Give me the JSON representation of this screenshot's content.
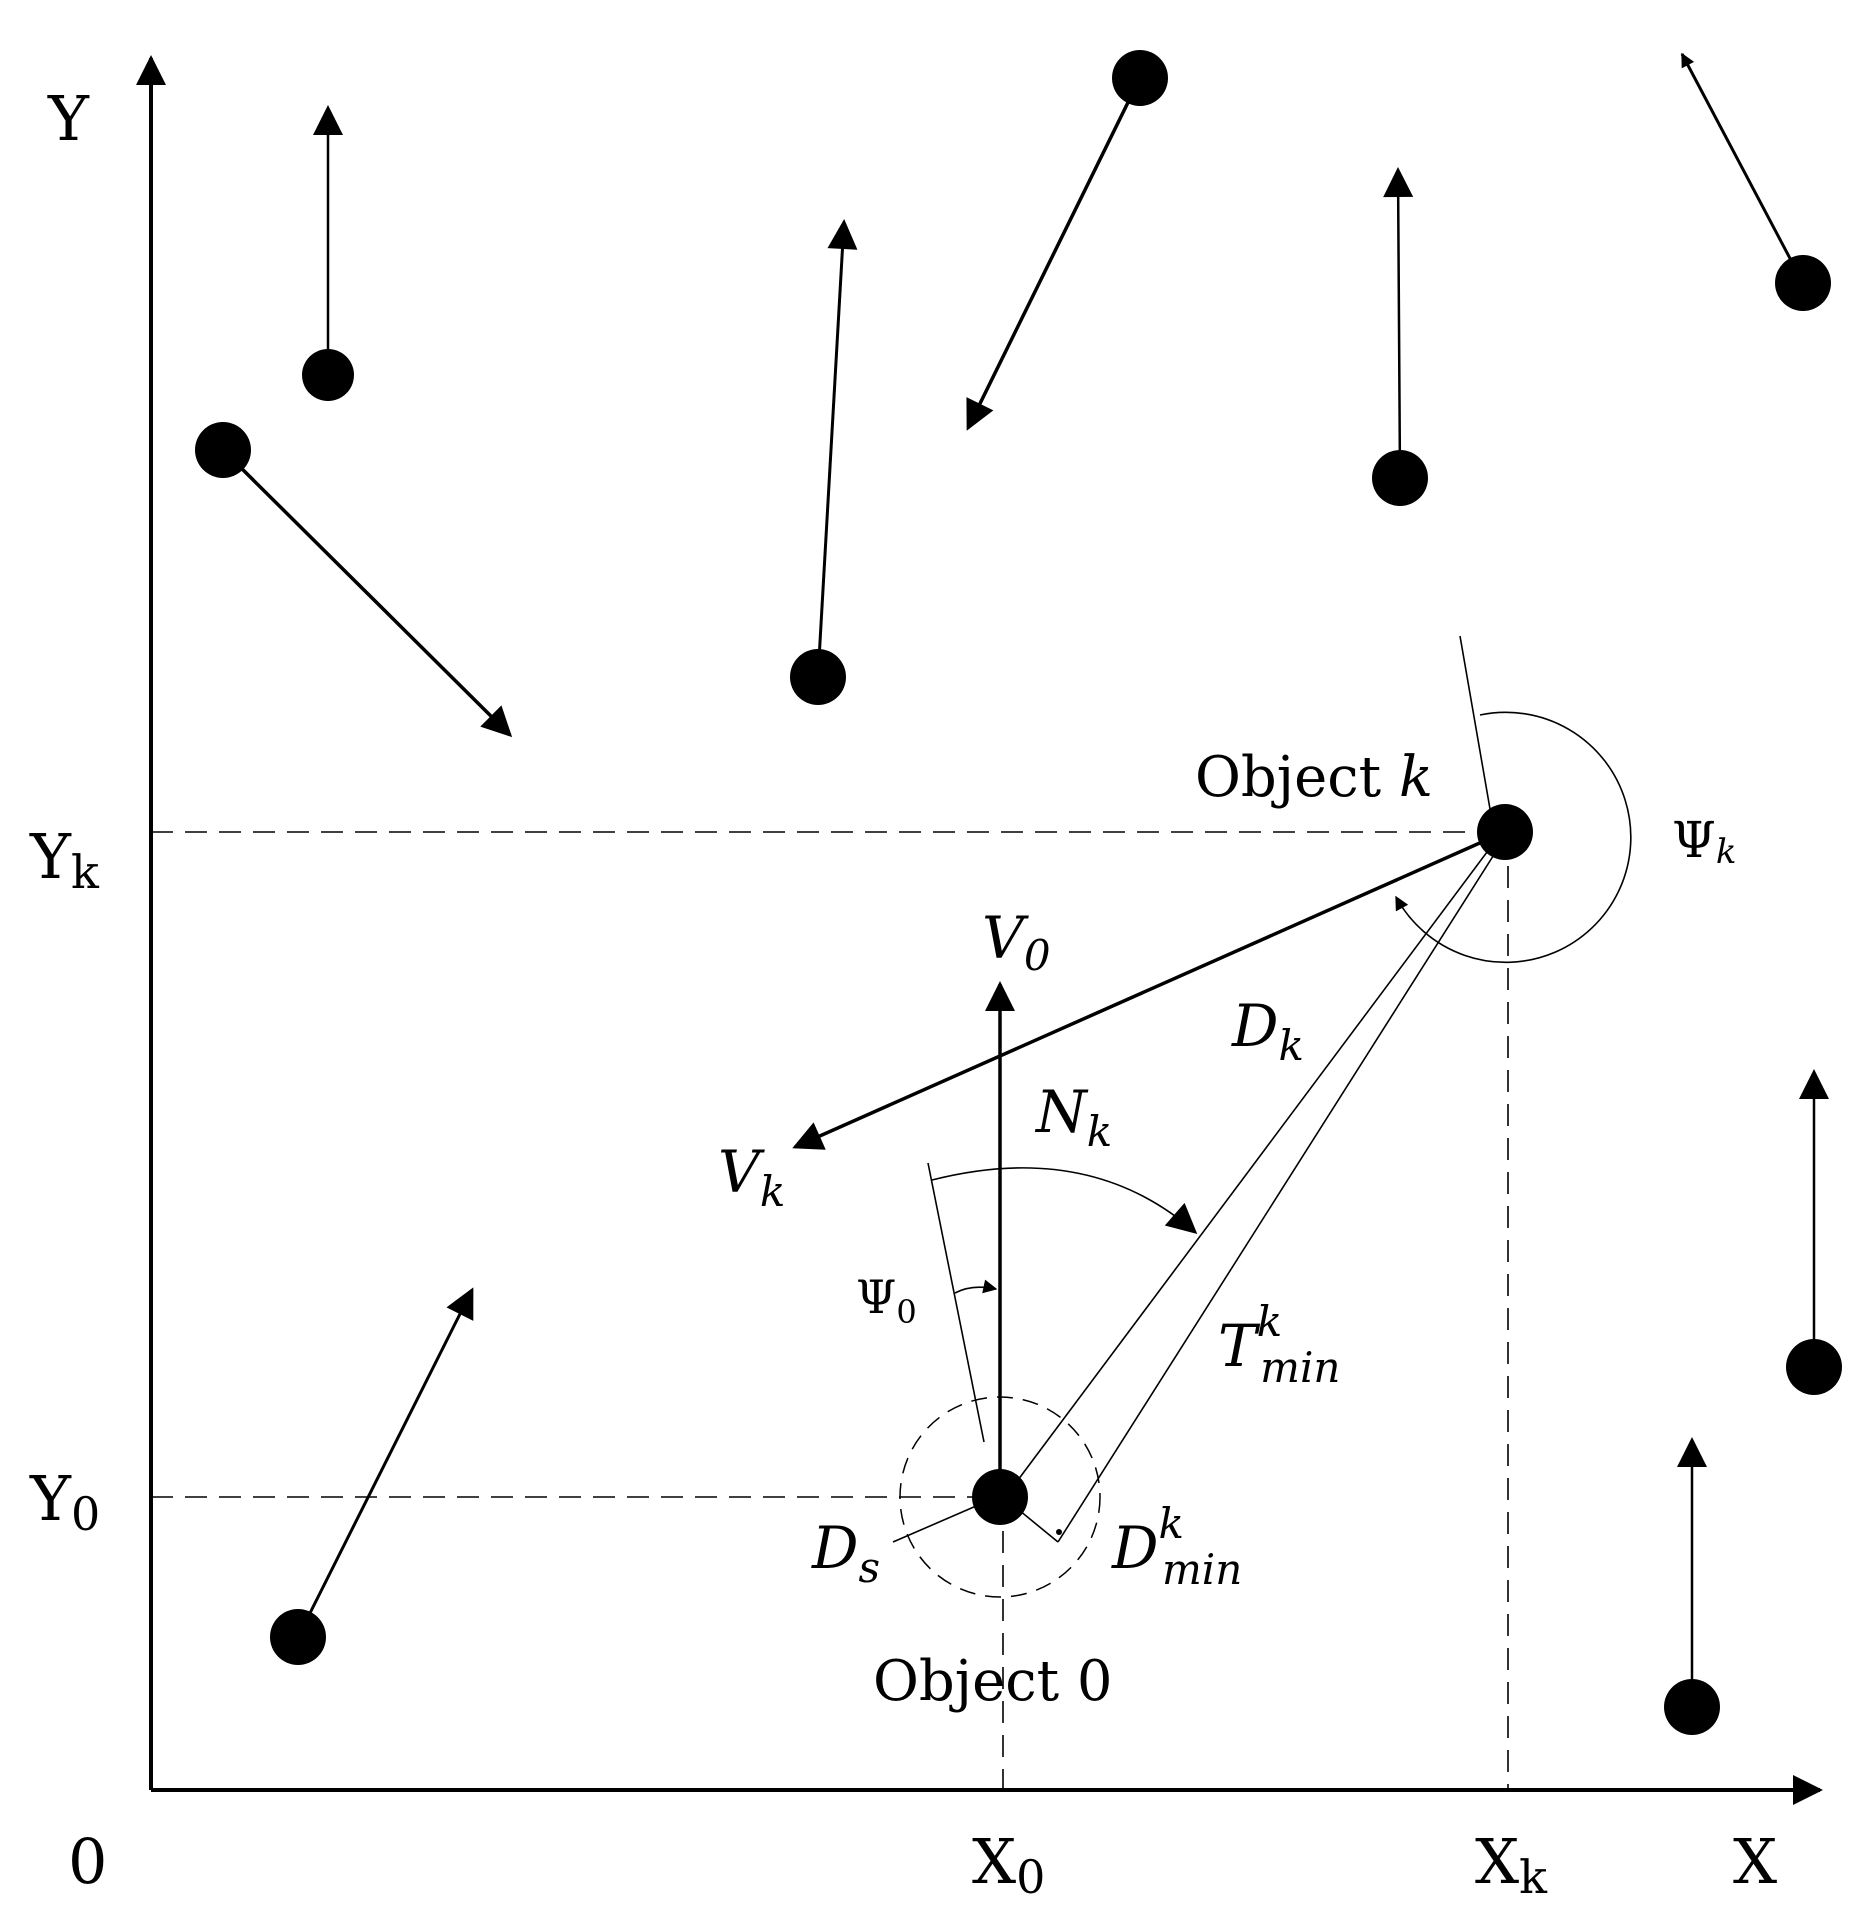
{
  "axes": {
    "y_label": "Y",
    "x_label": "X",
    "origin_label": "0",
    "y_k": {
      "main": "Y",
      "sub": "k"
    },
    "y_0": {
      "main": "Y",
      "sub": "0"
    },
    "x_0": {
      "main": "X",
      "sub": "0"
    },
    "x_k": {
      "main": "X",
      "sub": "k"
    }
  },
  "objects": {
    "object_k_label": "Object",
    "object_k_var": "k",
    "object_0_label": "Object 0"
  },
  "vectors": {
    "v0": {
      "main": "V",
      "sub": "0"
    },
    "vk": {
      "main": "V",
      "sub": "k"
    }
  },
  "quantities": {
    "psi_k": {
      "main": "Ψ",
      "sub": "k"
    },
    "psi_0": {
      "main": "Ψ",
      "sub": "0"
    },
    "d_k": {
      "main": "D",
      "sub": "k"
    },
    "n_k": {
      "main": "N",
      "sub": "k"
    },
    "t_min": {
      "main": "T",
      "sup": "k",
      "sub": "min"
    },
    "d_min": {
      "main": "D",
      "sup": "k",
      "sub": "min"
    },
    "d_s": {
      "main": "D",
      "sub": "s"
    }
  },
  "colors": {
    "ink": "#000000",
    "background": "#ffffff"
  }
}
